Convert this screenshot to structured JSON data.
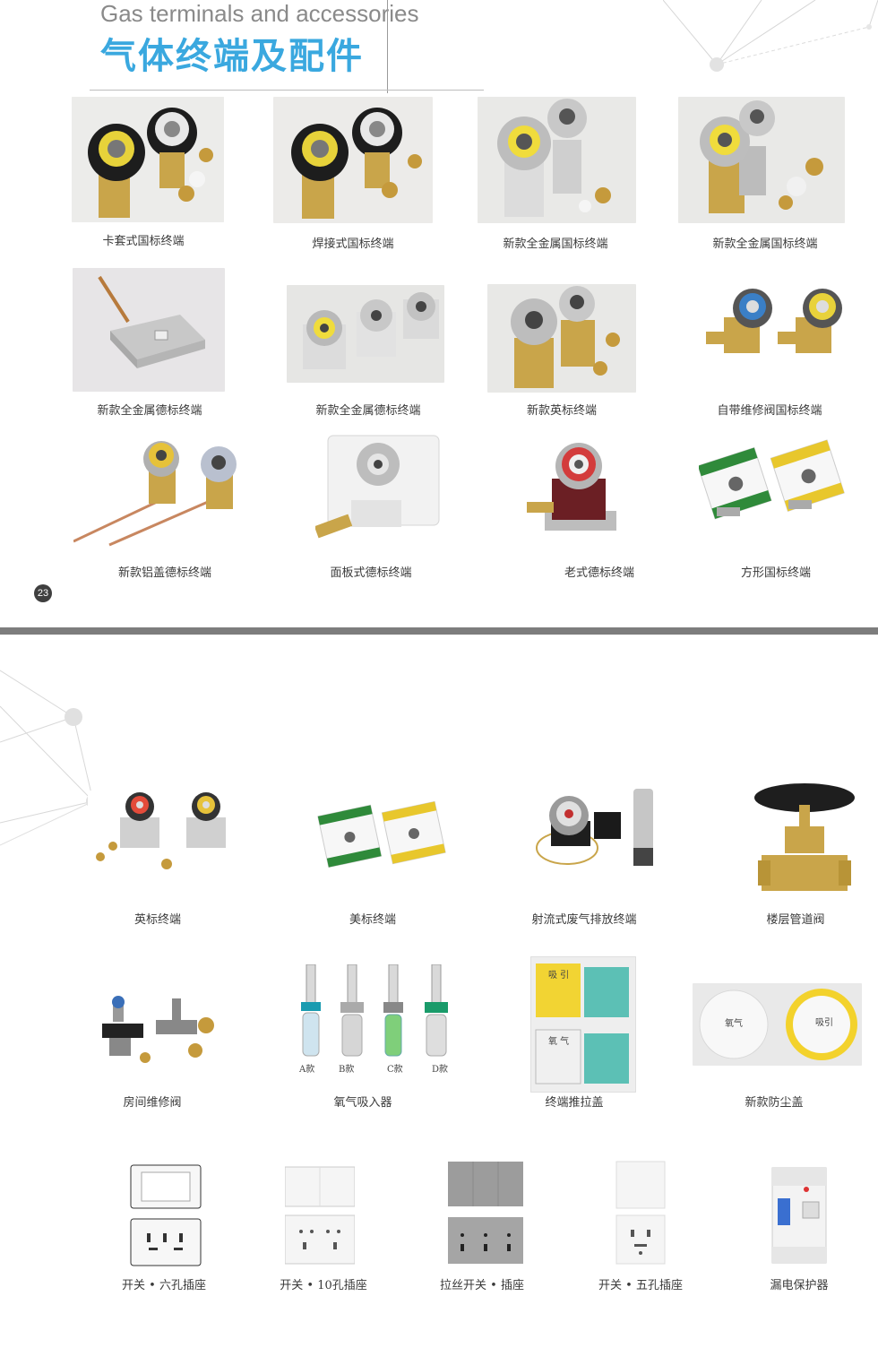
{
  "header": {
    "title_en": "Gas terminals and accessories",
    "title_cn": "气体终端及配件"
  },
  "page_number": "23",
  "colors": {
    "accent": "#3aa8df",
    "divider": "#7d7d7d"
  },
  "page1": {
    "items": [
      {
        "caption": "卡套式国标终端"
      },
      {
        "caption": "焊接式国标终端"
      },
      {
        "caption": "新款全金属国标终端"
      },
      {
        "caption": "新款全金属国标终端"
      },
      {
        "caption": "新款全金属德标终端"
      },
      {
        "caption": "新款全金属德标终端"
      },
      {
        "caption": "新款英标终端"
      },
      {
        "caption": "自带维修阀国标终端"
      },
      {
        "caption": "新款铝盖德标终端"
      },
      {
        "caption": "面板式德标终端"
      },
      {
        "caption": "老式德标终端"
      },
      {
        "caption": "方形国标终端"
      }
    ]
  },
  "page2": {
    "items": [
      {
        "caption": "英标终端"
      },
      {
        "caption": "美标终端"
      },
      {
        "caption": "射流式废气排放终端"
      },
      {
        "caption": "楼层管道阀"
      },
      {
        "caption": "房间维修阀"
      },
      {
        "caption": "氧气吸入器"
      },
      {
        "caption": "终端推拉盖"
      },
      {
        "caption": "新款防尘盖"
      },
      {
        "caption": "开关 • 六孔插座"
      },
      {
        "caption": "开关 • 10孔插座"
      },
      {
        "caption": "拉丝开关 • 插座"
      },
      {
        "caption": "开关 • 五孔插座"
      },
      {
        "caption": "漏电保护器"
      }
    ],
    "oxygen_variants": [
      "A款",
      "B款",
      "C款",
      "D款"
    ],
    "cover_labels": {
      "suction": "吸 引",
      "oxygen": "氧 气"
    },
    "dust_cap_labels": {
      "oxygen": "氧气",
      "suction": "吸引"
    }
  }
}
